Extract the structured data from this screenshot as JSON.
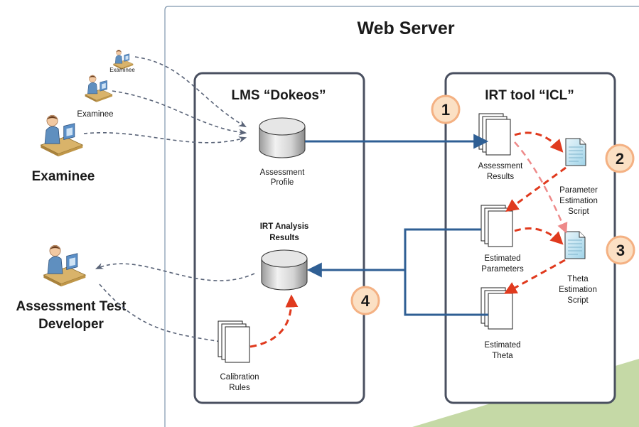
{
  "web_server": {
    "title": "Web Server"
  },
  "lms": {
    "title": "LMS “Dokeos”",
    "assessment_profile": [
      "Assessment",
      "Profile"
    ],
    "irt_analysis_results": [
      "IRT Analysis",
      "Results"
    ],
    "calibration_rules": [
      "Calibration",
      "Rules"
    ]
  },
  "irt_tool": {
    "title": "IRT tool “ICL”",
    "assessment_results": [
      "Assessment",
      "Results"
    ],
    "parameter_estimation_script": [
      "Parameter",
      "Estimation",
      "Script"
    ],
    "estimated_parameters": [
      "Estimated",
      "Parameters"
    ],
    "theta_estimation_script": [
      "Theta",
      "Estimation",
      "Script"
    ],
    "estimated_theta": [
      "Estimated",
      "Theta"
    ]
  },
  "actors": {
    "examinee_small": "Examinee",
    "examinee_medium": "Examinee",
    "examinee_large": "Examinee",
    "developer": [
      "Assessment Test",
      "Developer"
    ]
  },
  "steps": [
    "1",
    "2",
    "3",
    "4"
  ],
  "colors": {
    "box_border": "#4a5060",
    "blue_flow": "#2f5f94",
    "red_flow": "#e03a1e",
    "dashed_link": "#5a6478",
    "step_fill": "#fbe0c4",
    "step_border": "#f4b183",
    "ground_green": "#c5d9a6"
  }
}
